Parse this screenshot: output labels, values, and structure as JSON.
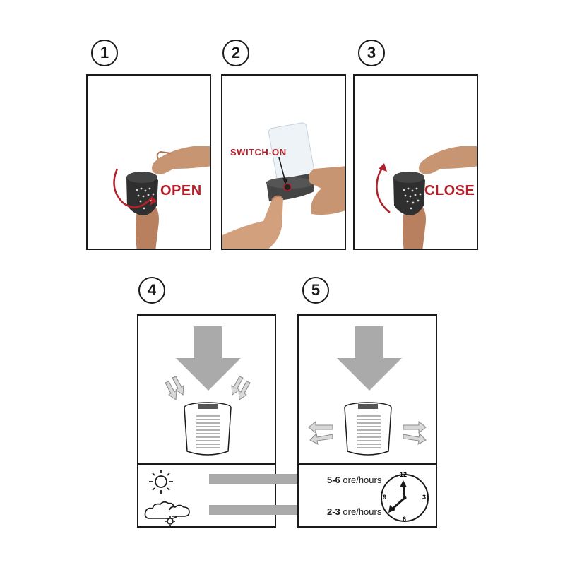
{
  "steps": {
    "s1": {
      "number": "1",
      "label": "OPEN"
    },
    "s2": {
      "number": "2",
      "label": "SWITCH-ON"
    },
    "s3": {
      "number": "3",
      "label": "CLOSE"
    },
    "s4": {
      "number": "4"
    },
    "s5": {
      "number": "5"
    }
  },
  "charging": {
    "sunny": {
      "hours": "5-6",
      "unit": "ore/hours"
    },
    "cloudy": {
      "hours": "2-3",
      "unit": "ore/hours"
    }
  },
  "clock": {
    "n12": "12",
    "n3": "3",
    "n6": "6",
    "n9": "9"
  },
  "colors": {
    "accent_red": "#b3202a",
    "arrow_gray": "#aaaaaa",
    "line": "#1a1a1a"
  },
  "icons": [
    "sun-icon",
    "cloud-sun-icon",
    "clock-icon",
    "solar-light-icon"
  ]
}
